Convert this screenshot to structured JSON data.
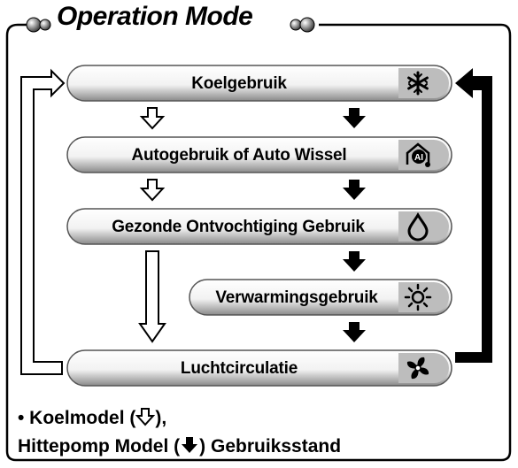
{
  "title": "Operation Mode",
  "modes": [
    {
      "label": "Koelgebruik",
      "icon": "snowflake-icon"
    },
    {
      "label": "Autogebruik of Auto Wissel",
      "icon": "auto-ai-icon"
    },
    {
      "label": "Gezonde Ontvochtiging Gebruik",
      "icon": "droplet-icon"
    },
    {
      "label": "Verwarmingsgebruik",
      "icon": "sun-icon"
    },
    {
      "label": "Luchtcirculatie",
      "icon": "fan-icon"
    }
  ],
  "legend": {
    "line1_prefix": "• Koelmodel (",
    "line1_suffix": "),",
    "line2_prefix": "Hittepomp Model (",
    "line2_suffix": ") Gebruiksstand"
  }
}
